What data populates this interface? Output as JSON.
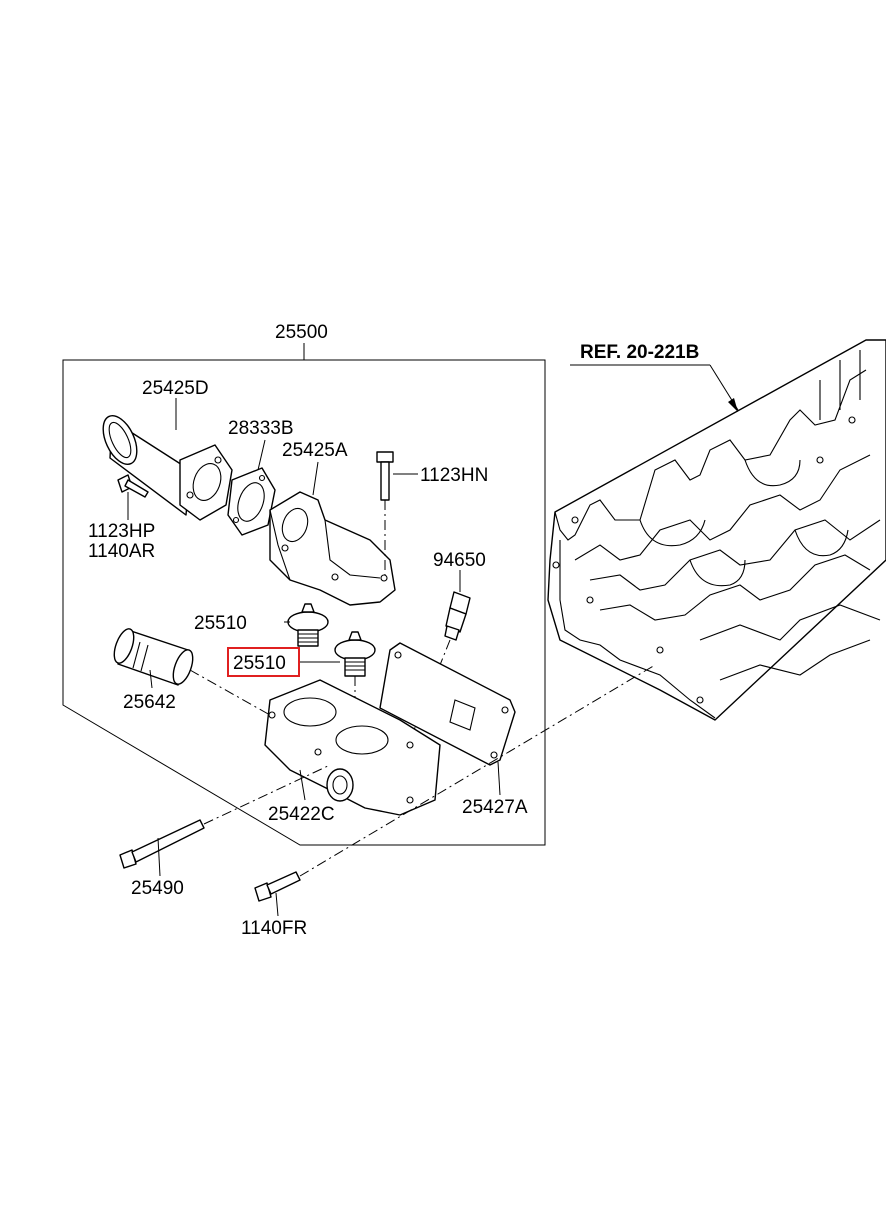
{
  "colors": {
    "highlight": "#e02020",
    "line": "#000000",
    "background": "#ffffff"
  },
  "labels": {
    "assembly": "25500",
    "reference": "REF. 20-221B",
    "p25425D": "25425D",
    "p28333B": "28333B",
    "p25425A": "25425A",
    "p1123HN": "1123HN",
    "p1123HP": "1123HP",
    "p1140AR": "1140AR",
    "p94650": "94650",
    "p25510_top": "25510",
    "p25510_highlighted": "25510",
    "p25642": "25642",
    "p25422C": "25422C",
    "p25427A": "25427A",
    "p25490": "25490",
    "p1140FR": "1140FR"
  }
}
